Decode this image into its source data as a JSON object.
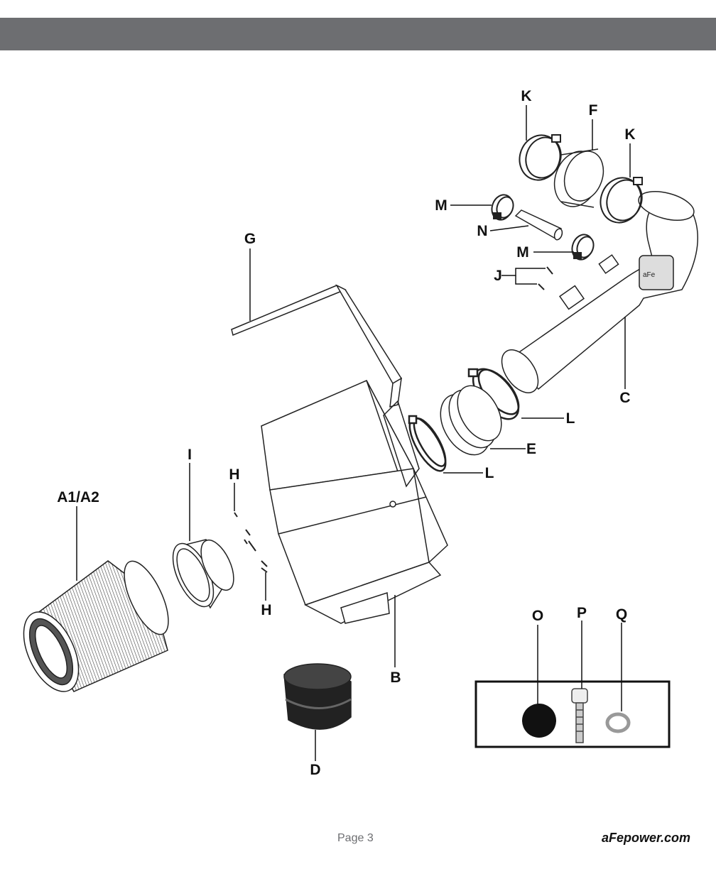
{
  "header": {
    "bar_color": "#6d6e71"
  },
  "labels": {
    "k_top": "K",
    "f": "F",
    "k_right": "K",
    "m_top": "M",
    "n": "N",
    "m_mid": "M",
    "j": "J",
    "g": "G",
    "c": "C",
    "l_right": "L",
    "e": "E",
    "l_left": "L",
    "i": "I",
    "h_top": "H",
    "a1a2": "A1/A2",
    "h_bottom": "H",
    "b": "B",
    "d": "D",
    "o": "O",
    "p": "P",
    "q": "Q"
  },
  "footer": {
    "page": "Page 3",
    "site": "aFepower.com"
  }
}
